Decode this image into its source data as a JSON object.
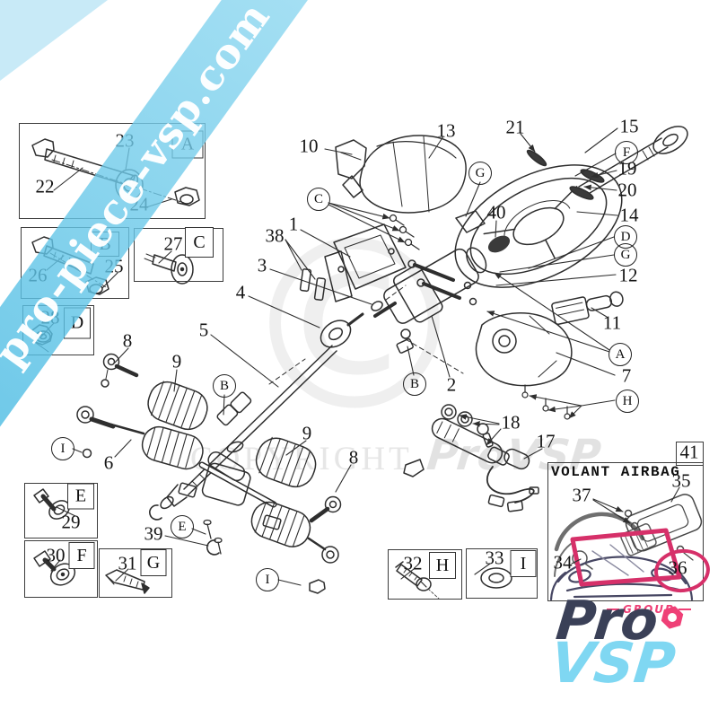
{
  "watermarks": {
    "banner_text": "pro-piece-vsp.com",
    "copyright_word": "COPYRIGHT",
    "copyright_brand": "ProVSP",
    "big_symbol": "©"
  },
  "colors": {
    "banner_cyan": "#69c8e9",
    "accent_pink": "#d63069",
    "logo_navy": "#3a4057",
    "logo_blue": "#7fd7f2",
    "line": "#2e2e2e"
  },
  "logo": {
    "group": "GROUP",
    "pro": "Pro",
    "vsp": "VSP"
  },
  "airbag_box": {
    "title": "VOLANT AIRBAG"
  },
  "refs": {
    "A": "A",
    "B": "B",
    "C": "C",
    "D": "D",
    "E": "E",
    "F": "F",
    "G": "G",
    "H": "H",
    "I": "I"
  },
  "parts": {
    "n1": "1",
    "n2": "2",
    "n3": "3",
    "n4": "4",
    "n5": "5",
    "n6": "6",
    "n7": "7",
    "n8": "8",
    "n9": "9",
    "n10": "10",
    "n11": "11",
    "n12": "12",
    "n13": "13",
    "n14": "14",
    "n15": "15",
    "n17": "17",
    "n18": "18",
    "n19": "19",
    "n20": "20",
    "n21": "21",
    "n22": "22",
    "n23": "23",
    "n24": "24",
    "n25": "25",
    "n26": "26",
    "n27": "27",
    "n28": "28",
    "n29": "29",
    "n30": "30",
    "n31": "31",
    "n32": "32",
    "n33": "33",
    "n34": "34",
    "n35": "35",
    "n36": "36",
    "n37": "37",
    "n38": "38",
    "n39": "39",
    "n40": "40",
    "n41": "41"
  }
}
